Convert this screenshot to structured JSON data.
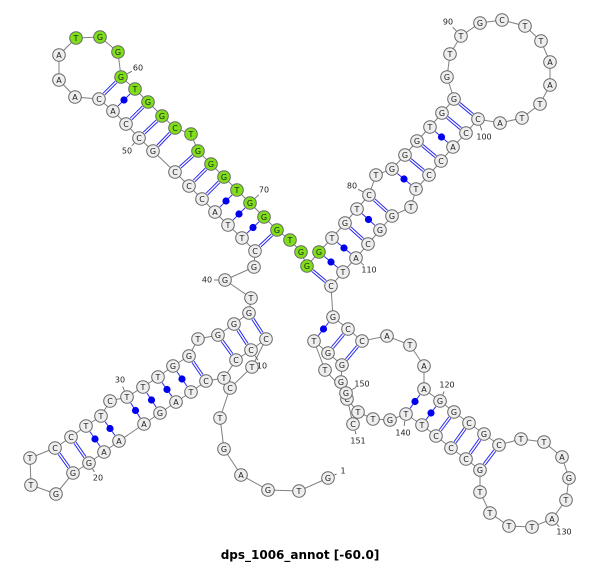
{
  "title": "dps_1006_annot [-60.0]",
  "colors": {
    "normal_fill": "#eeeeee",
    "highlight_fill": "#7fe01a",
    "pair_line": "#2a2af0",
    "backbone": "#808080"
  },
  "nucleotides": [
    "G",
    "T",
    "G",
    "A",
    "G",
    "T",
    "C",
    "T",
    "C",
    "C",
    "C",
    "T",
    "C",
    "T",
    "A",
    "G",
    "A",
    "A",
    "A",
    "G",
    "G",
    "G",
    "T",
    "T",
    "C",
    "C",
    "T",
    "T",
    "C",
    "T",
    "T",
    "T",
    "G",
    "G",
    "T",
    "G",
    "G",
    "G",
    "T",
    "G",
    "G",
    "C",
    "T",
    "T",
    "A",
    "C",
    "C",
    "C",
    "G",
    "C",
    "C",
    "A",
    "C",
    "A",
    "A",
    "A",
    "T",
    "G",
    "G",
    "G",
    "T",
    "G",
    "G",
    "C",
    "T",
    "G",
    "G",
    "G",
    "T",
    "G",
    "G",
    "G",
    "T",
    "G",
    "G",
    "G",
    "T",
    "G",
    "T",
    "C",
    "T",
    "G",
    "G",
    "G",
    "T",
    "G",
    "G",
    "G",
    "T",
    "T",
    "G",
    "C",
    "T",
    "T",
    "A",
    "A",
    "T",
    "T",
    "A",
    "C",
    "C",
    "A",
    "C",
    "C",
    "T",
    "T",
    "G",
    "G",
    "C",
    "A",
    "T",
    "C",
    "G",
    "C",
    "C",
    "A",
    "T",
    "A",
    "A",
    "G",
    "G",
    "C",
    "G",
    "C",
    "T",
    "T",
    "A",
    "G",
    "T",
    "A",
    "T",
    "T",
    "T",
    "T",
    "G",
    "C",
    "C",
    "C",
    "T",
    "T",
    "G",
    "T",
    "T",
    "C",
    "G",
    "G",
    "G",
    "T",
    "T",
    "G",
    "C"
  ],
  "highlighted_range": [
    57,
    76
  ],
  "position_labels": [
    "1",
    "10",
    "20",
    "30",
    "40",
    "50",
    "60",
    "70",
    "80",
    "90",
    "100",
    "110",
    "120",
    "130",
    "140",
    "150",
    "151"
  ],
  "pairs": [
    [
      9,
      38,
      "wc"
    ],
    [
      10,
      37,
      "wc"
    ],
    [
      11,
      36,
      "wc"
    ],
    [
      13,
      34,
      "wc"
    ],
    [
      14,
      33,
      "gu"
    ],
    [
      15,
      32,
      "gu"
    ],
    [
      16,
      31,
      "gu"
    ],
    [
      17,
      30,
      "gu"
    ],
    [
      18,
      28,
      "gu"
    ],
    [
      19,
      27,
      "gu"
    ],
    [
      20,
      26,
      "wc"
    ],
    [
      21,
      25,
      "wc"
    ],
    [
      42,
      72,
      "wc"
    ],
    [
      43,
      71,
      "gu"
    ],
    [
      44,
      70,
      "gu"
    ],
    [
      45,
      69,
      "gu"
    ],
    [
      46,
      68,
      "wc"
    ],
    [
      47,
      67,
      "wc"
    ],
    [
      48,
      66,
      "wc"
    ],
    [
      49,
      64,
      "wc"
    ],
    [
      50,
      63,
      "wc"
    ],
    [
      51,
      62,
      "wc"
    ],
    [
      52,
      61,
      "gu"
    ],
    [
      53,
      60,
      "wc"
    ],
    [
      75,
      112,
      "wc"
    ],
    [
      76,
      111,
      "gu"
    ],
    [
      77,
      110,
      "gu"
    ],
    [
      78,
      109,
      "wc"
    ],
    [
      79,
      108,
      "gu"
    ],
    [
      80,
      107,
      "wc"
    ],
    [
      82,
      105,
      "gu"
    ],
    [
      83,
      104,
      "wc"
    ],
    [
      84,
      103,
      "wc"
    ],
    [
      85,
      102,
      "gu"
    ],
    [
      86,
      101,
      "wc"
    ],
    [
      87,
      100,
      "wc"
    ],
    [
      113,
      148,
      "gu"
    ],
    [
      114,
      147,
      "wc"
    ],
    [
      115,
      146,
      "wc"
    ],
    [
      119,
      140,
      "gu"
    ],
    [
      120,
      139,
      "gu"
    ],
    [
      121,
      138,
      "wc"
    ],
    [
      122,
      137,
      "wc"
    ],
    [
      123,
      136,
      "wc"
    ],
    [
      124,
      135,
      "wc"
    ]
  ]
}
